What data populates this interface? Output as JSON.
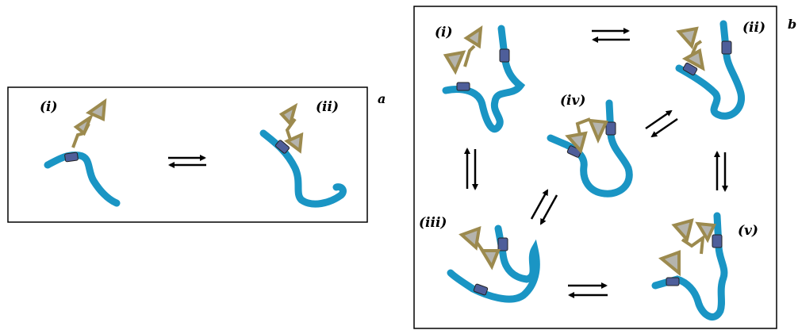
{
  "colors": {
    "strand": "#1a95c4",
    "ligand": "#9c8a4e",
    "ligand_fill": "#b5b4ad",
    "binding_site": "#4e5e9a",
    "frame": "#000000"
  },
  "panel_a": {
    "letter": "a",
    "states": [
      {
        "label": "(i)"
      },
      {
        "label": "(ii)"
      }
    ]
  },
  "panel_b": {
    "letter": "b",
    "states": [
      {
        "label": "(i)"
      },
      {
        "label": "(ii)"
      },
      {
        "label": "(iii)"
      },
      {
        "label": "(iv)"
      },
      {
        "label": "(v)"
      }
    ]
  }
}
